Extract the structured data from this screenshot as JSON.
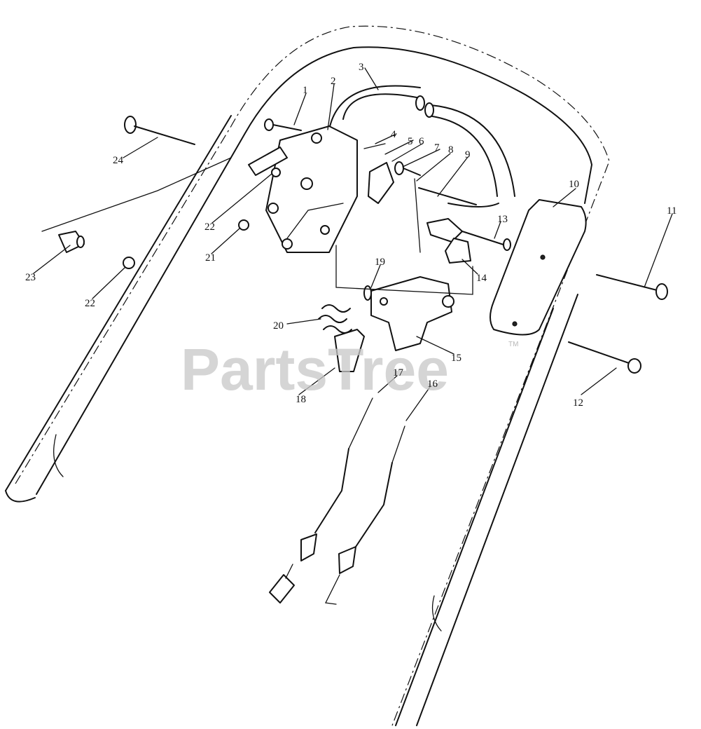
{
  "watermark": {
    "text": "PartsTree",
    "trademark": "TM"
  },
  "callouts": [
    "1",
    "2",
    "3",
    "4",
    "5",
    "6",
    "7",
    "8",
    "9",
    "10",
    "11",
    "12",
    "13",
    "14",
    "15",
    "16",
    "17",
    "18",
    "19",
    "20",
    "21",
    "22",
    "22",
    "23",
    "24"
  ]
}
